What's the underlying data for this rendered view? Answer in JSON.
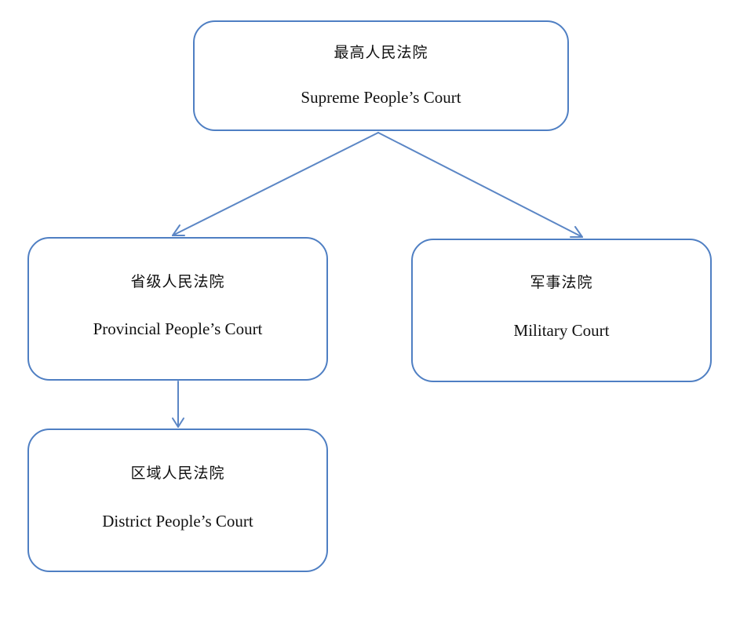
{
  "diagram": {
    "nodes": {
      "supreme": {
        "zh": "最高人民法院",
        "en": "Supreme People’s Court"
      },
      "provincial": {
        "zh": "省级人民法院",
        "en": "Provincial People’s Court"
      },
      "military": {
        "zh": "军事法院",
        "en": "Military Court"
      },
      "district": {
        "zh": "区域人民法院",
        "en": "District People’s Court"
      }
    },
    "edges": [
      {
        "from": "supreme",
        "to": "provincial"
      },
      {
        "from": "supreme",
        "to": "military"
      },
      {
        "from": "provincial",
        "to": "district"
      }
    ],
    "colors": {
      "node_border": "#4f7fc3",
      "edge": "#5b86c5",
      "text": "#111111",
      "background": "#ffffff"
    }
  }
}
